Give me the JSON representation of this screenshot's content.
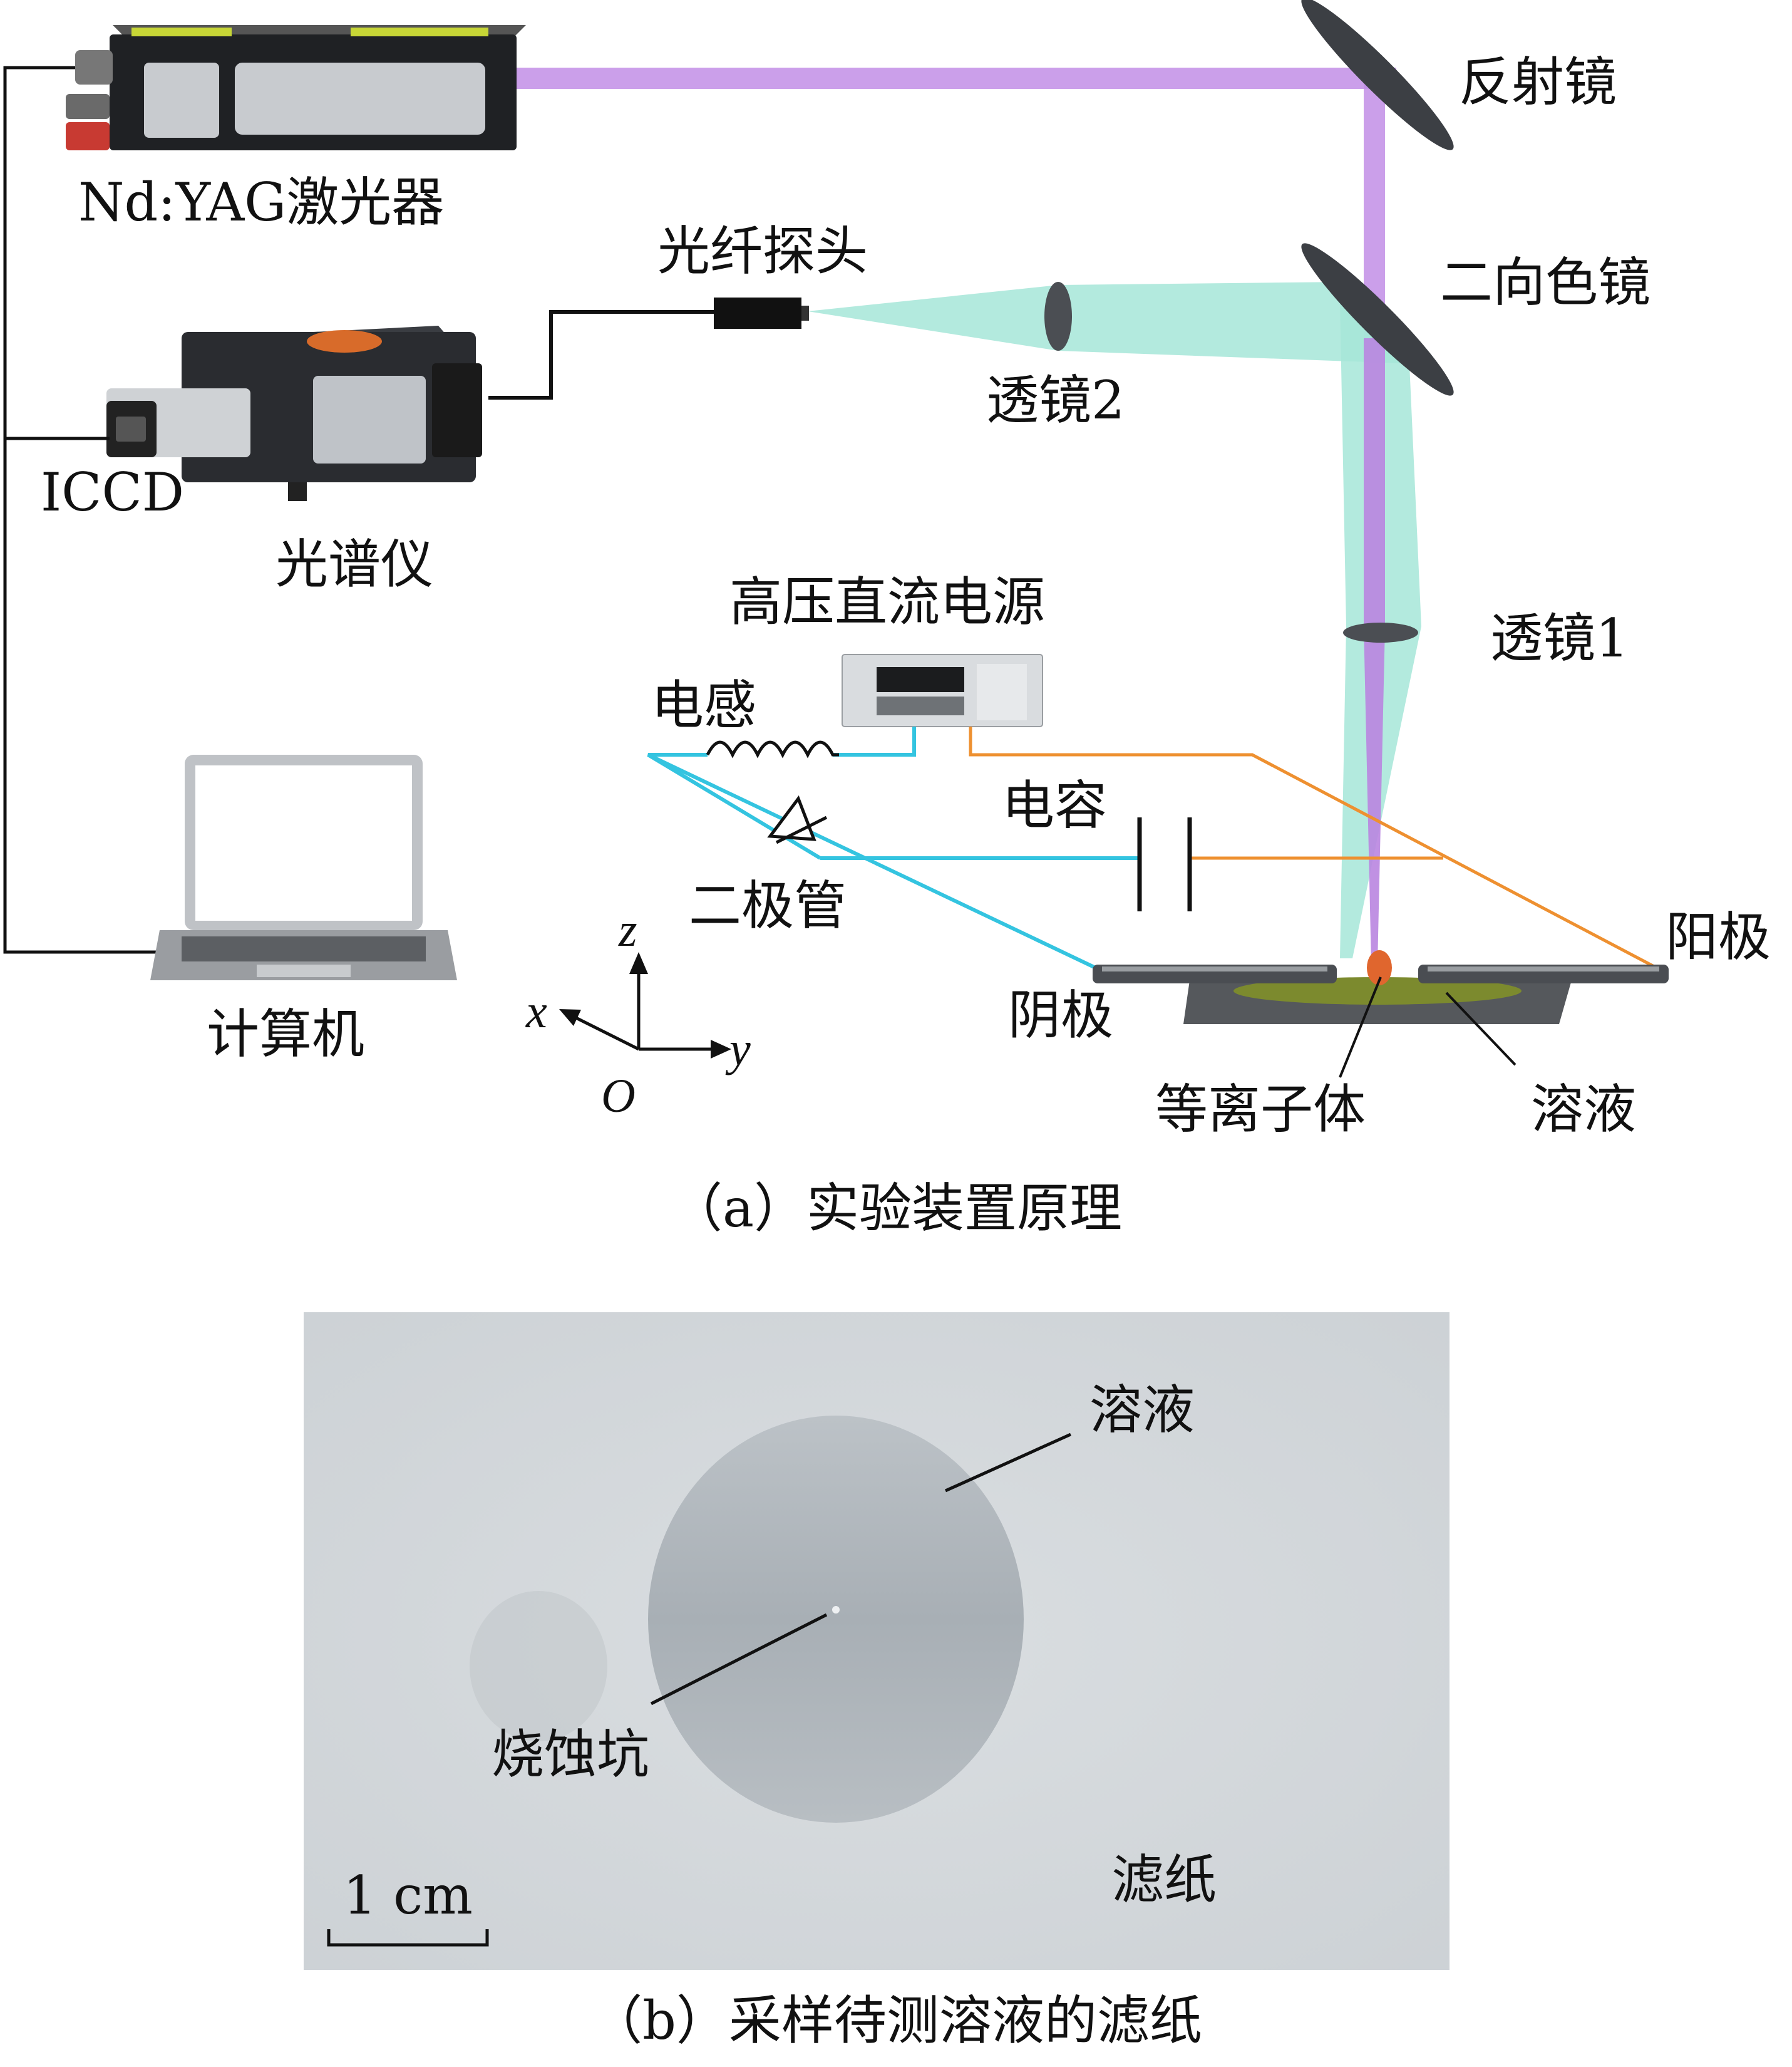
{
  "part_a": {
    "caption": "（a）实验装置原理",
    "labels": {
      "laser": "Nd:YAG激光器",
      "reflector": "反射镜",
      "fiber_probe": "光纤探头",
      "dichroic": "二向色镜",
      "lens2": "透镜2",
      "iccd": "ICCD",
      "spectrometer": "光谱仪",
      "hv_supply": "高压直流电源",
      "lens1": "透镜1",
      "inductor": "电感",
      "capacitor": "电容",
      "diode": "二极管",
      "anode": "阳极",
      "cathode": "阴极",
      "computer": "计算机",
      "plasma": "等离子体",
      "solution": "溶液"
    },
    "axes": {
      "z": "z",
      "x": "x",
      "y": "y",
      "origin": "O"
    }
  },
  "part_b": {
    "caption": "（b）采样待测溶液的滤纸",
    "labels": {
      "solution": "溶液",
      "ablation_crater": "烧蚀坑",
      "filter_paper": "滤纸",
      "scale_bar": "1 cm"
    }
  },
  "colors": {
    "laser_beam": "#c28ee6",
    "collection_beam": "#a6e6d8",
    "cyan_wire": "#34c4e0",
    "orange_wire": "#ee9030",
    "photo_bg": "#d4d8db",
    "solution_spot": "#b3b9be",
    "plasma": "#e0662e"
  }
}
